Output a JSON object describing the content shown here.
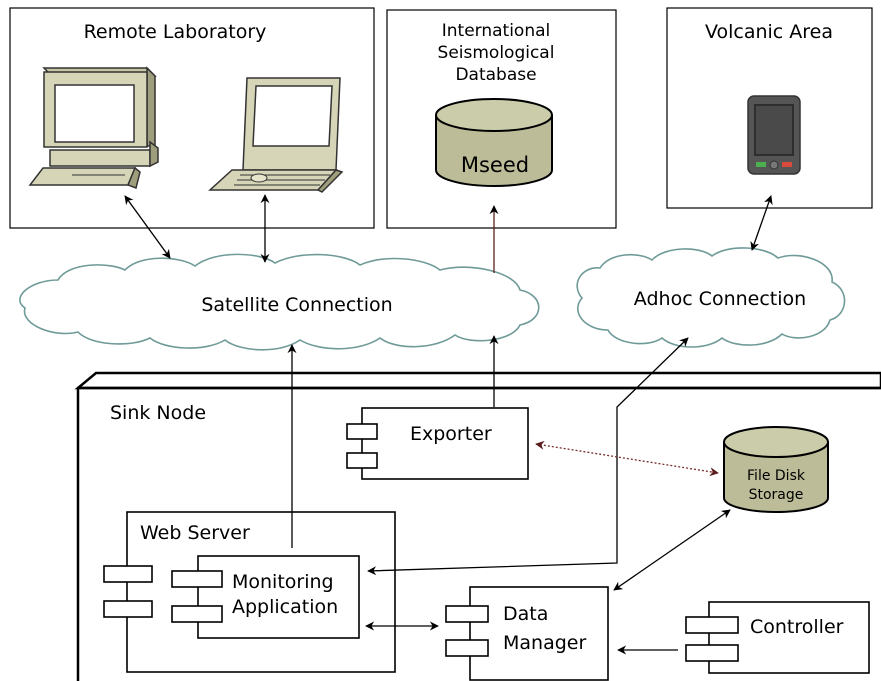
{
  "boxes": {
    "remote_lab": "Remote Laboratory",
    "database_line1": "International",
    "database_line2": "Seismological",
    "database_line3": "Database",
    "database_cylinder": "Mseed",
    "volcanic": "Volcanic Area"
  },
  "clouds": {
    "satellite": "Satellite Connection",
    "adhoc": "Adhoc Connection"
  },
  "sink": {
    "title": "Sink Node",
    "exporter": "Exporter",
    "storage_line1": "File Disk",
    "storage_line2": "Storage",
    "web_server": "Web Server",
    "monitoring_line1": "Monitoring",
    "monitoring_line2": "Application",
    "data_manager_line1": "Data",
    "data_manager_line2": "Manager",
    "controller": "Controller"
  },
  "colors": {
    "cloud_stroke": "#6e9a98",
    "cylinder_fill": "#bcbd98",
    "device_fill": "#d6d5b8",
    "dotted_arrow": "#7a2c2c"
  },
  "icons": [
    "desktop-computer-icon",
    "laptop-icon",
    "pda-device-icon",
    "database-cylinder-icon",
    "component-icon"
  ]
}
